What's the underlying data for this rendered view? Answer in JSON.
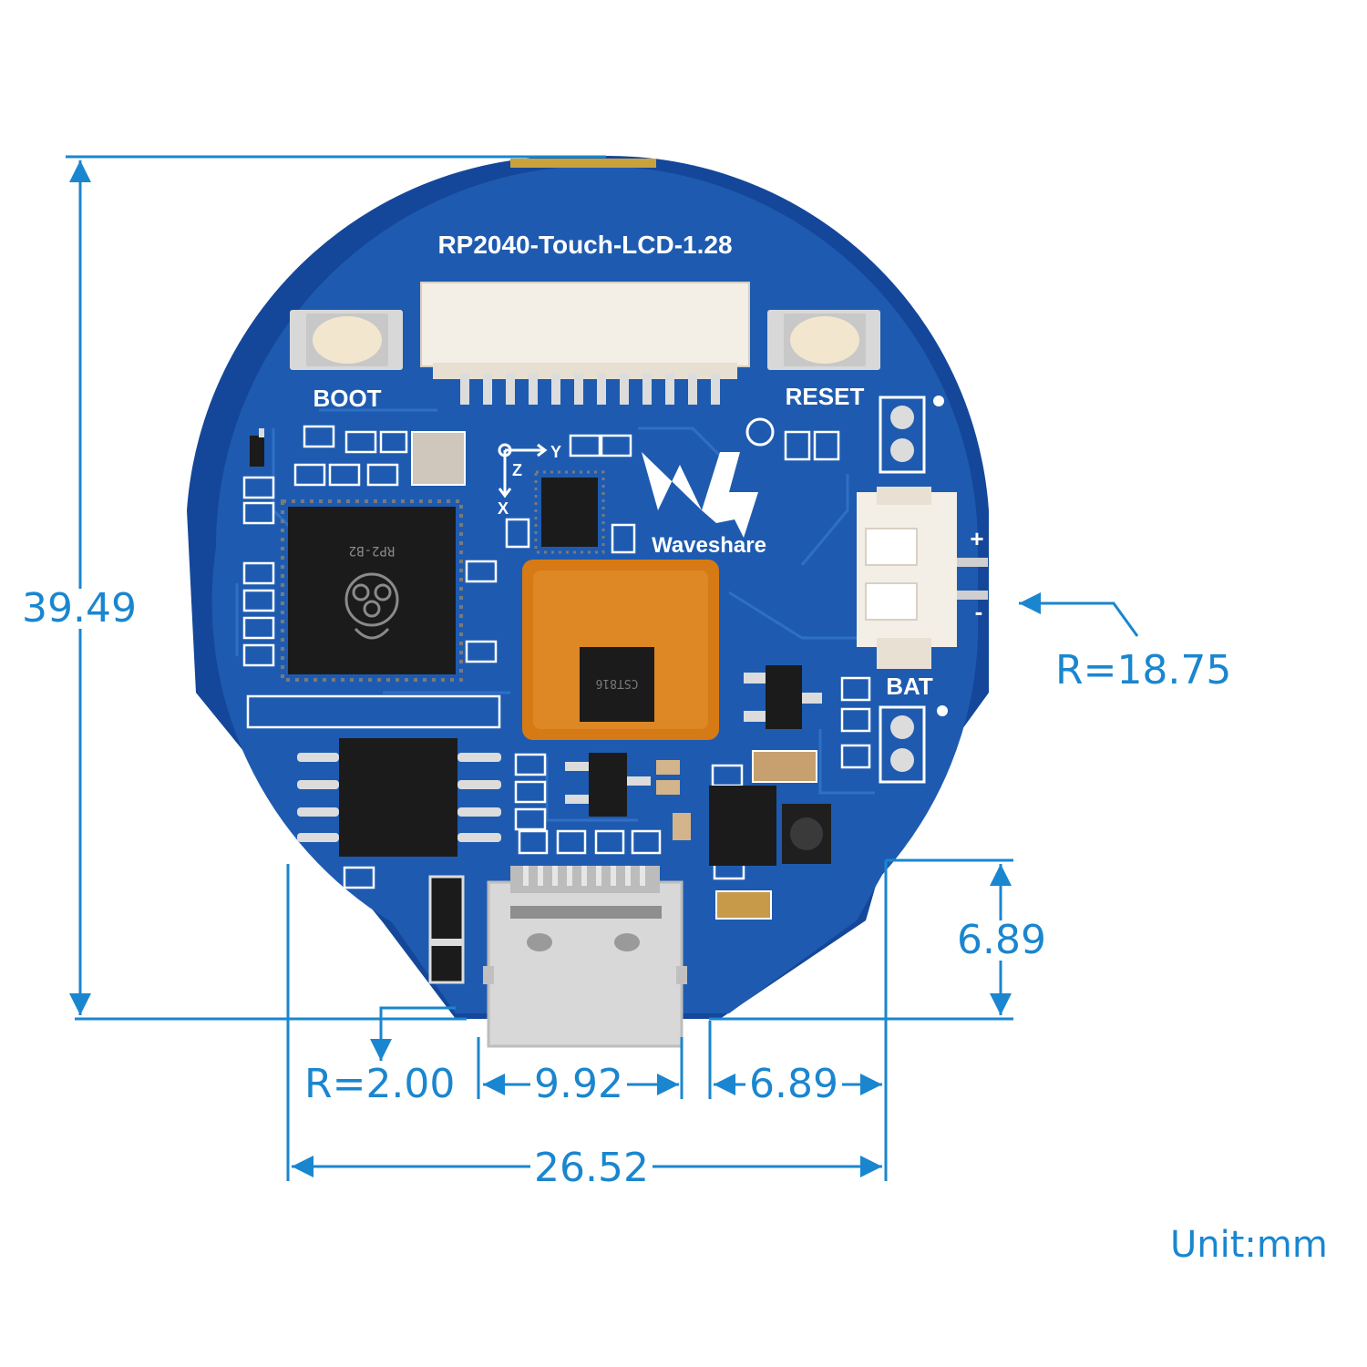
{
  "board": {
    "title": "RP2040-Touch-LCD-1.28",
    "brand": "Waveshare",
    "boot_label": "BOOT",
    "reset_label": "RESET",
    "bat_label": "BAT",
    "plus_mark": "+",
    "minus_mark": "-",
    "axis_y": "Y",
    "axis_z": "Z",
    "axis_x": "X",
    "chip_main_text": "RP2-B2",
    "chip_touch_text": "CST816"
  },
  "dimensions": {
    "height": "39.49",
    "radius_outer": "R=18.75",
    "right_height": "6.89",
    "corner_radius": "R=2.00",
    "usb_width": "9.92",
    "right_width": "6.89",
    "total_width": "26.52"
  },
  "unit_label": "Unit:mm",
  "colors": {
    "dimension": "#1a86cf",
    "pcb": "#1e5bb0",
    "pcb_edge": "#14479a",
    "silkscreen": "#ffffff",
    "chip": "#1b1b1b",
    "connector": "#f3eee6",
    "flex": "#d67a16",
    "pads": "#dcdcdc"
  }
}
